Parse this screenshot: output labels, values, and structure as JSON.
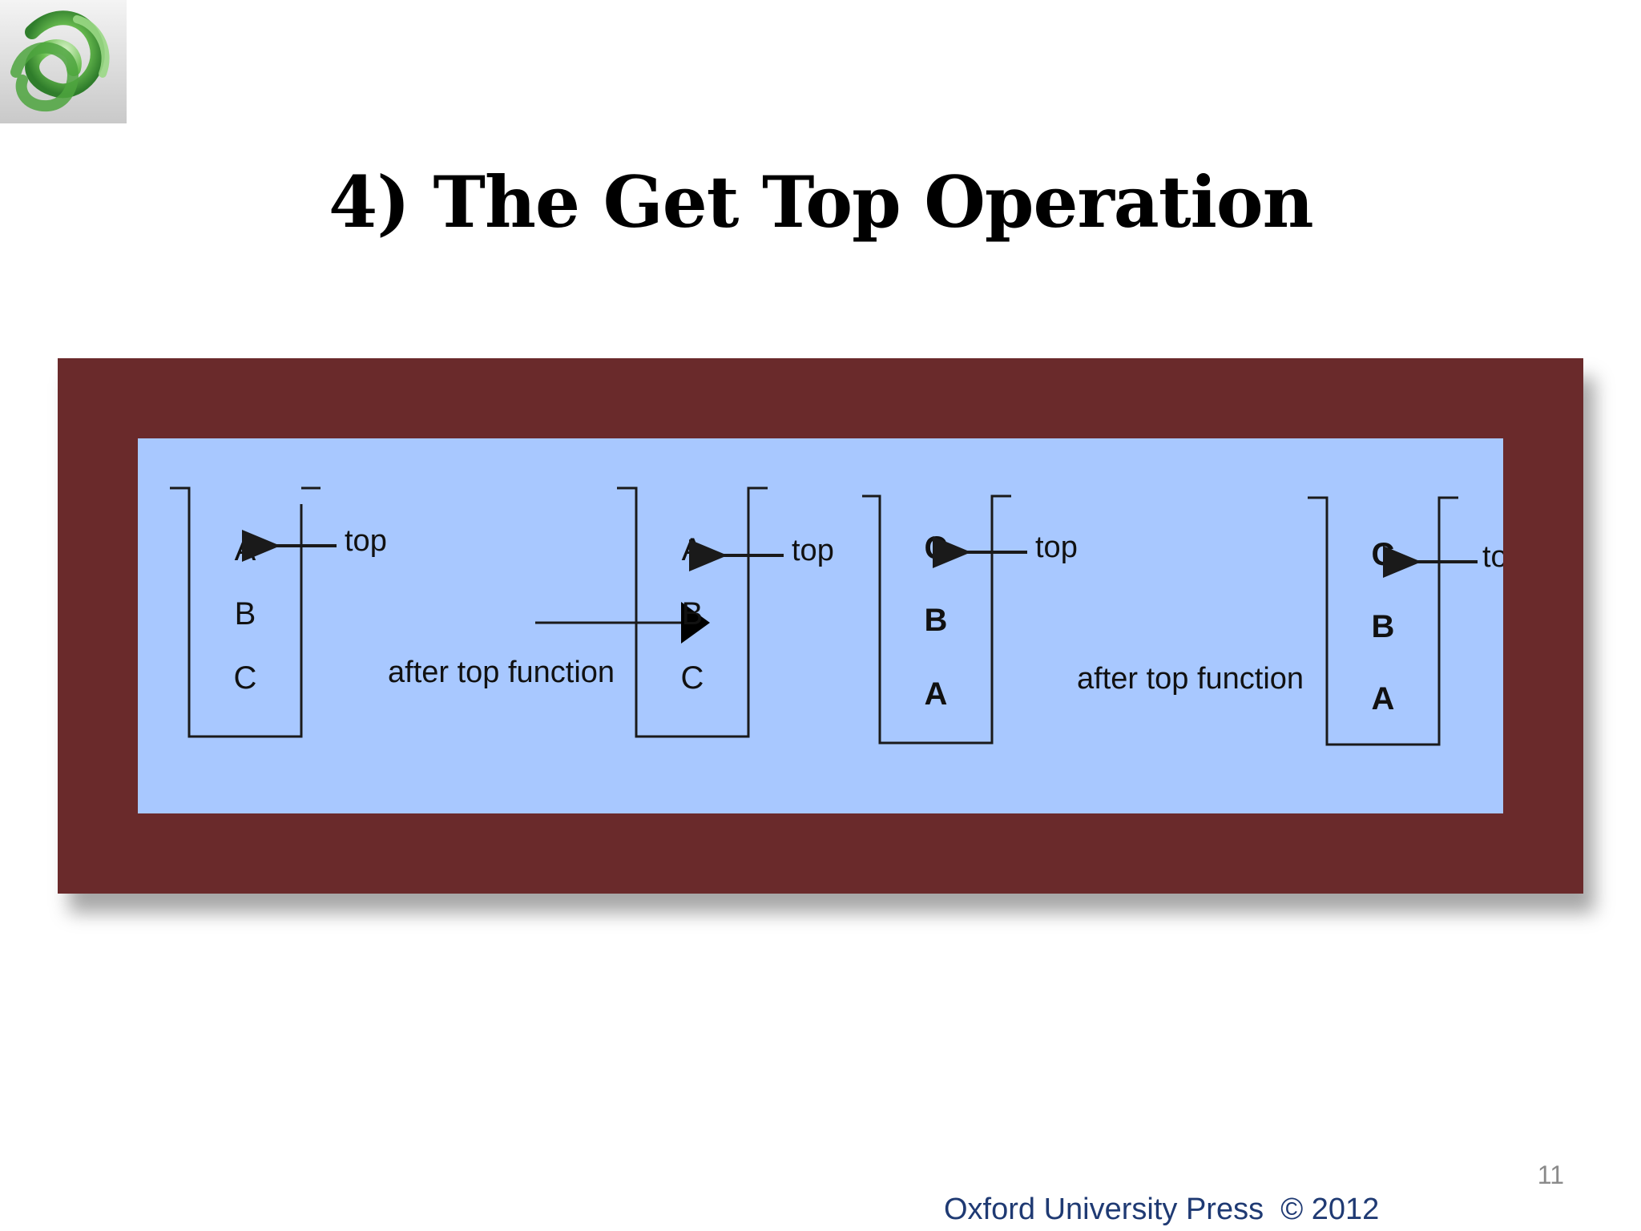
{
  "slide": {
    "title": "4) The Get Top Operation",
    "page_number": "11",
    "footer": "Oxford University Press  © 2012"
  },
  "diagram": {
    "left_pair": {
      "before": {
        "items": [
          "A",
          "B",
          "C"
        ],
        "pointer_label": "top"
      },
      "operation_label": "after top function",
      "after": {
        "items": [
          "A",
          "B",
          "C"
        ],
        "pointer_label": "top"
      }
    },
    "right_pair": {
      "before": {
        "items": [
          "C",
          "B",
          "A"
        ],
        "pointer_label": "top"
      },
      "operation_label": "after top function",
      "after": {
        "items": [
          "C",
          "B",
          "A"
        ],
        "pointer_label": "to"
      }
    }
  },
  "colors": {
    "frame": "#6a2a2b",
    "panel": "#a8c8ff",
    "footer_text": "#1f3a73"
  },
  "icons": [
    "green-glass-knot-logo",
    "arrow-left-icon",
    "arrow-right-icon"
  ]
}
